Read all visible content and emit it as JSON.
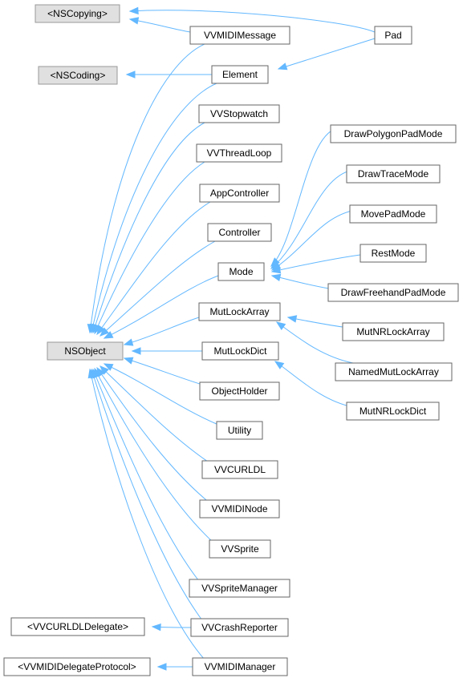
{
  "diagram": {
    "type": "class-inheritance-graph",
    "colors": {
      "edge": "#63b8ff",
      "node_border": "#666666",
      "highlight_fill": "#e0e0e0"
    },
    "nodes": [
      {
        "id": "nscopying",
        "label": "<NSCopying>",
        "kind": "proto"
      },
      {
        "id": "nscoding",
        "label": "<NSCoding>",
        "kind": "proto"
      },
      {
        "id": "nsobject",
        "label": "NSObject",
        "kind": "root"
      },
      {
        "id": "vvcurldldelegate",
        "label": "<VVCURLDLDelegate>",
        "kind": "class"
      },
      {
        "id": "vvmididelegateprotocol",
        "label": "<VVMIDIDelegateProtocol>",
        "kind": "class"
      },
      {
        "id": "vvmidimessage",
        "label": "VVMIDIMessage",
        "kind": "class"
      },
      {
        "id": "element",
        "label": "Element",
        "kind": "class"
      },
      {
        "id": "vvstopwatch",
        "label": "VVStopwatch",
        "kind": "class"
      },
      {
        "id": "vvthreadloop",
        "label": "VVThreadLoop",
        "kind": "class"
      },
      {
        "id": "appcontroller",
        "label": "AppController",
        "kind": "class"
      },
      {
        "id": "controller",
        "label": "Controller",
        "kind": "class"
      },
      {
        "id": "mode",
        "label": "Mode",
        "kind": "class"
      },
      {
        "id": "mutlockarray",
        "label": "MutLockArray",
        "kind": "class"
      },
      {
        "id": "mutlockdict",
        "label": "MutLockDict",
        "kind": "class"
      },
      {
        "id": "objectholder",
        "label": "ObjectHolder",
        "kind": "class"
      },
      {
        "id": "utility",
        "label": "Utility",
        "kind": "class"
      },
      {
        "id": "vvcurldl",
        "label": "VVCURLDL",
        "kind": "class"
      },
      {
        "id": "vvmidinode",
        "label": "VVMIDINode",
        "kind": "class"
      },
      {
        "id": "vvsprite",
        "label": "VVSprite",
        "kind": "class"
      },
      {
        "id": "vvspritemanager",
        "label": "VVSpriteManager",
        "kind": "class"
      },
      {
        "id": "vvcrashreporter",
        "label": "VVCrashReporter",
        "kind": "class"
      },
      {
        "id": "vvmidimanager",
        "label": "VVMIDIManager",
        "kind": "class"
      },
      {
        "id": "pad",
        "label": "Pad",
        "kind": "class"
      },
      {
        "id": "drawpolygonpadmode",
        "label": "DrawPolygonPadMode",
        "kind": "class"
      },
      {
        "id": "drawtracemode",
        "label": "DrawTraceMode",
        "kind": "class"
      },
      {
        "id": "movepadmode",
        "label": "MovePadMode",
        "kind": "class"
      },
      {
        "id": "restmode",
        "label": "RestMode",
        "kind": "class"
      },
      {
        "id": "drawfreehandpadmode",
        "label": "DrawFreehandPadMode",
        "kind": "class"
      },
      {
        "id": "mutnrlockarray",
        "label": "MutNRLockArray",
        "kind": "class"
      },
      {
        "id": "namedmutlockarray",
        "label": "NamedMutLockArray",
        "kind": "class"
      },
      {
        "id": "mutnrlockdict",
        "label": "MutNRLockDict",
        "kind": "class"
      }
    ],
    "edges": [
      {
        "from": "pad",
        "to": "nscopying"
      },
      {
        "from": "vvmidimessage",
        "to": "nscopying"
      },
      {
        "from": "pad",
        "to": "element"
      },
      {
        "from": "element",
        "to": "nscoding"
      },
      {
        "from": "vvmidimessage",
        "to": "nsobject"
      },
      {
        "from": "element",
        "to": "nsobject"
      },
      {
        "from": "vvstopwatch",
        "to": "nsobject"
      },
      {
        "from": "vvthreadloop",
        "to": "nsobject"
      },
      {
        "from": "appcontroller",
        "to": "nsobject"
      },
      {
        "from": "controller",
        "to": "nsobject"
      },
      {
        "from": "mode",
        "to": "nsobject"
      },
      {
        "from": "mutlockarray",
        "to": "nsobject"
      },
      {
        "from": "mutlockdict",
        "to": "nsobject"
      },
      {
        "from": "objectholder",
        "to": "nsobject"
      },
      {
        "from": "utility",
        "to": "nsobject"
      },
      {
        "from": "vvcurldl",
        "to": "nsobject"
      },
      {
        "from": "vvmidinode",
        "to": "nsobject"
      },
      {
        "from": "vvsprite",
        "to": "nsobject"
      },
      {
        "from": "vvspritemanager",
        "to": "nsobject"
      },
      {
        "from": "vvcrashreporter",
        "to": "nsobject"
      },
      {
        "from": "vvmidimanager",
        "to": "nsobject"
      },
      {
        "from": "vvcrashreporter",
        "to": "vvcurldldelegate"
      },
      {
        "from": "vvmidimanager",
        "to": "vvmididelegateprotocol"
      },
      {
        "from": "drawpolygonpadmode",
        "to": "mode"
      },
      {
        "from": "drawtracemode",
        "to": "mode"
      },
      {
        "from": "movepadmode",
        "to": "mode"
      },
      {
        "from": "restmode",
        "to": "mode"
      },
      {
        "from": "drawfreehandpadmode",
        "to": "mode"
      },
      {
        "from": "mutnrlockarray",
        "to": "mutlockarray"
      },
      {
        "from": "namedmutlockarray",
        "to": "mutlockarray"
      },
      {
        "from": "mutnrlockdict",
        "to": "mutlockdict"
      }
    ]
  }
}
